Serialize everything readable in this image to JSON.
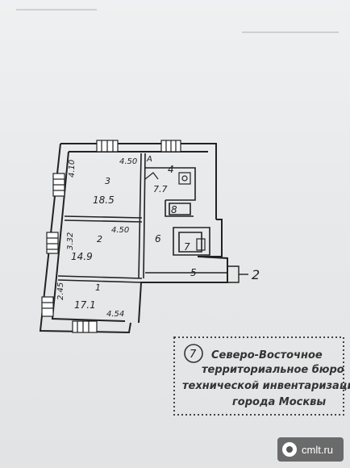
{
  "plan": {
    "rooms": [
      {
        "id": "room-3",
        "number": "3",
        "area": "18.5",
        "dim": "4.50",
        "dim_side": "4.10"
      },
      {
        "id": "room-2",
        "number": "2",
        "area": "14.9",
        "dim": "4.50",
        "dim_side": "3.32"
      },
      {
        "id": "room-1",
        "number": "1",
        "area": "17.1",
        "dim": "4.54",
        "dim_side": "2.45"
      }
    ],
    "small_rooms": [
      {
        "id": "room-4",
        "number": "4",
        "area": "7.7"
      },
      {
        "id": "room-6",
        "number": "6"
      },
      {
        "id": "room-5",
        "number": "5"
      },
      {
        "id": "room-7",
        "number": "7"
      },
      {
        "id": "room-8",
        "number": "8"
      }
    ],
    "letter_a": "А",
    "outside_mark": "2"
  },
  "stamp": {
    "number": "7",
    "line1": "Северо-Восточное",
    "line2": "территориальное бюро",
    "line3": "технической инвентаризации",
    "line4": "города Москвы"
  },
  "watermark": {
    "text": "cmlt.ru"
  }
}
